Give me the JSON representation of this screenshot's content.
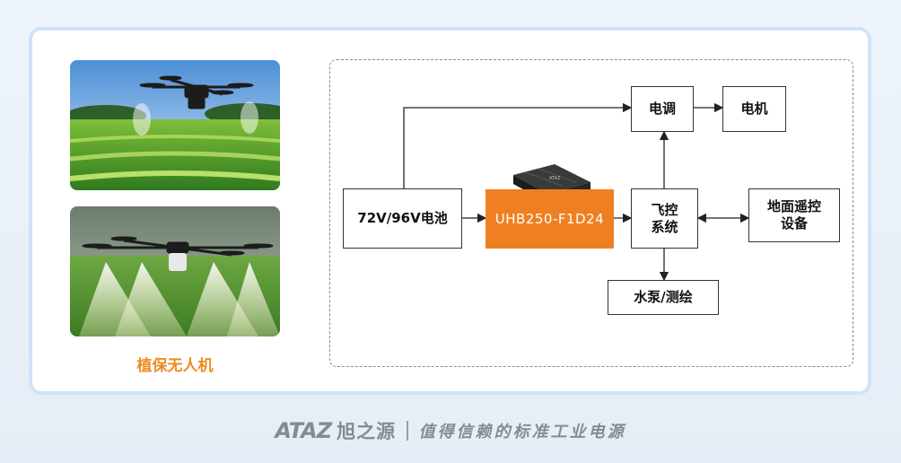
{
  "caption": "植保无人机",
  "nodes": {
    "battery": "72V/96V电池",
    "module": "UHB250-F1D24",
    "esc": "电调",
    "motor": "电机",
    "flight_control": "飞控\n系统",
    "ground_control": "地面遥控\n设备",
    "pump": "水泵/测绘"
  },
  "footer": {
    "logo": "ATAZ",
    "brand": "旭之源",
    "slogan": "值得信赖的标准工业电源"
  },
  "colors": {
    "accent": "#ee8022",
    "border": "#cfe2f8"
  }
}
